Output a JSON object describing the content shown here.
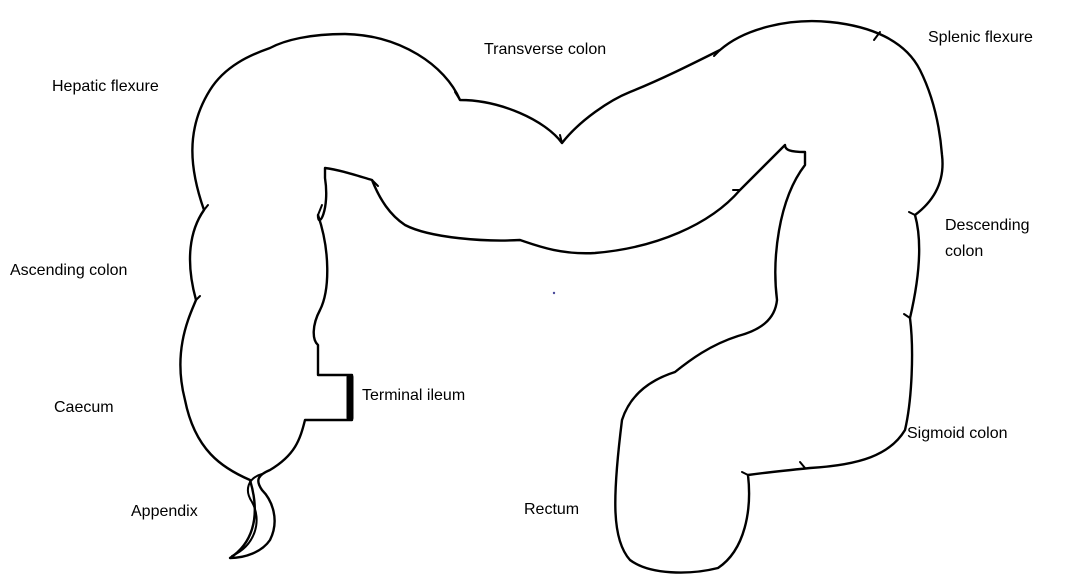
{
  "labels": {
    "transverse_colon": "Transverse colon",
    "splenic_flexure": "Splenic flexure",
    "hepatic_flexure": "Hepatic flexure",
    "descending_colon_line1": "Descending",
    "descending_colon_line2": "colon",
    "ascending_colon": "Ascending colon",
    "terminal_ileum": "Terminal ileum",
    "caecum": "Caecum",
    "sigmoid_colon": "Sigmoid colon",
    "appendix": "Appendix",
    "rectum": "Rectum"
  },
  "colors": {
    "outline": "#000000",
    "background": "#ffffff"
  }
}
